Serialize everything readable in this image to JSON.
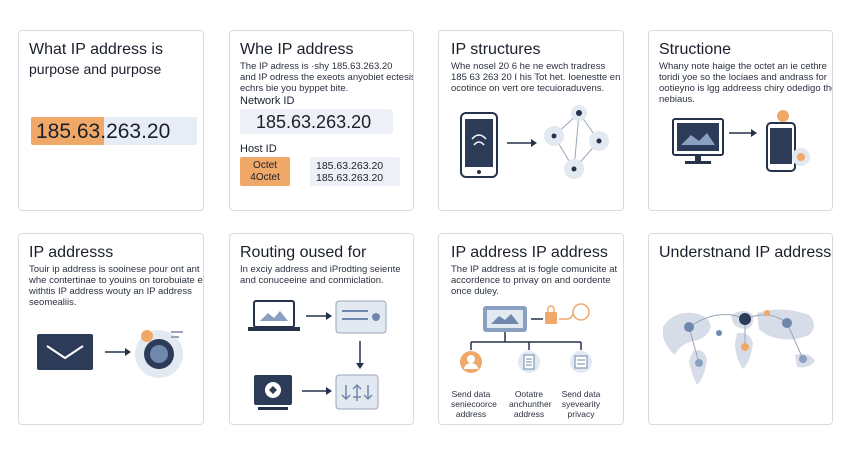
{
  "cards": [
    {
      "title": "What IP address is",
      "subtitle": "purpose and purpose",
      "ip": "185.63.263.20"
    },
    {
      "title": "Whe IP address",
      "lines": [
        "The IP adress is  ·shy 185.63.263.20",
        "and IP odress the exeots anyobiet ectesis",
        "echrs bie you byppet bite."
      ],
      "network_label": "Network ID",
      "network_ip": "185.63.263.20",
      "host_label": "Host ID",
      "octet_1": "Octet",
      "octet_2": "4Octet",
      "host_ip_1": "185.63.263.20",
      "host_ip_2": "185.63.263.20"
    },
    {
      "title": "IP structures",
      "lines": [
        "Whe nosel 20 6 he ne ewch tradress",
        "185 63 263 20 I his Tot het. Ioenestte en",
        "ocotince on vert ore tecuioraduvens."
      ]
    },
    {
      "title": "Structione",
      "lines": [
        "Whany note haige the octet an ie cethre",
        "toridi yoe so the lociaes and andrass for",
        "ootieyno is lgg addreess chiry odedigo the",
        "nebiaus."
      ]
    },
    {
      "title": "IP addresss",
      "lines": [
        "Touir ip address is sooinese pour ont ant",
        "whe contertinae to youins on torobuiate ele",
        "withtis IP address wouty an IP address",
        "seomealiis."
      ]
    },
    {
      "title": "Routing oused for",
      "lines": [
        "In exciy address and iProdting seiente",
        "and conuceeine and conmiclation."
      ]
    },
    {
      "title": "IP address IP address",
      "lines": [
        "The IP address at is fogle comunicite at",
        "accordence to privay on and oordente",
        "once duley."
      ],
      "captions": [
        [
          "Send data",
          "seniecoorce",
          "address"
        ],
        [
          "Ootatre",
          "anchunther",
          "address"
        ],
        [
          "Send data",
          "syevearity",
          "privacy"
        ]
      ]
    },
    {
      "title": "Understnand IP addresss"
    }
  ],
  "colors": {
    "accent_orange": "#f0a868",
    "light_box": "#edf0f6",
    "navy": "#25324a",
    "slate": "#8a9ab0"
  }
}
